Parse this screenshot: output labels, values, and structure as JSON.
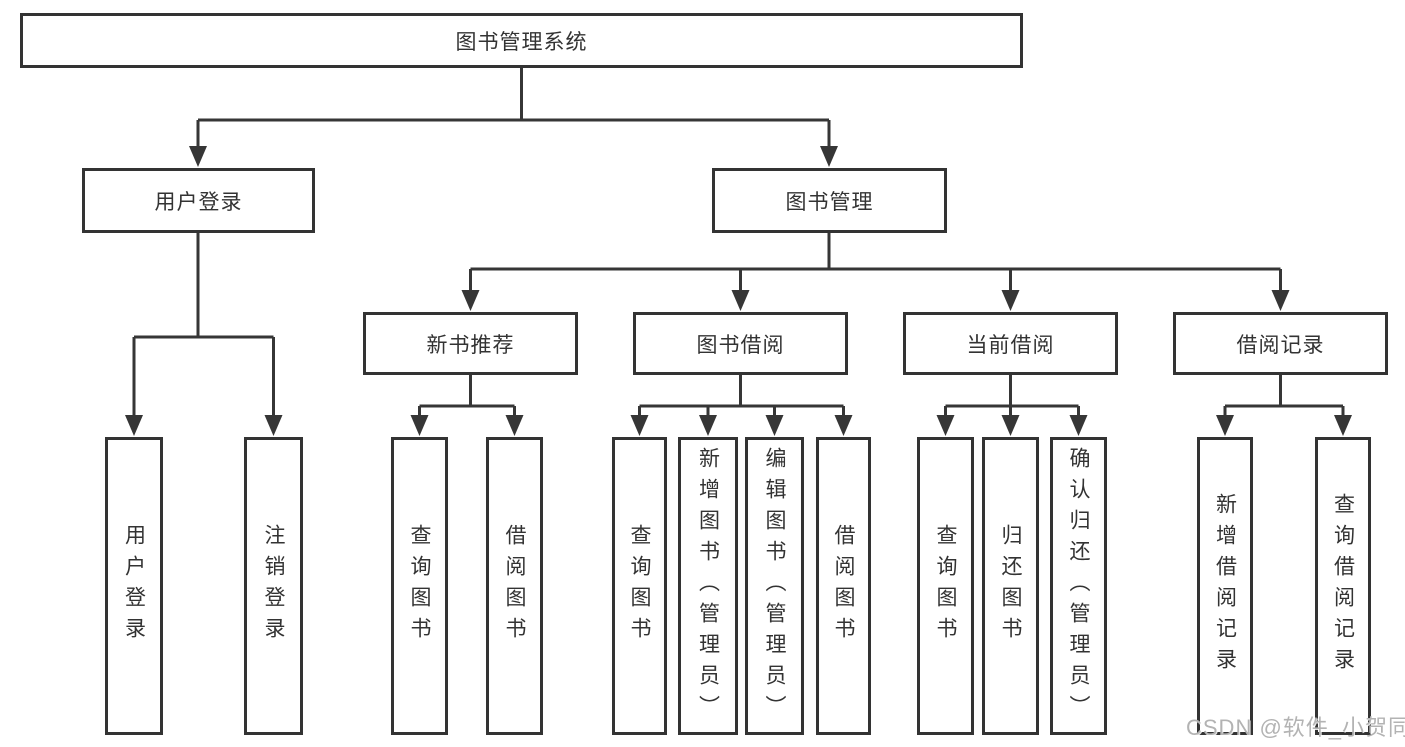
{
  "colors": {
    "line": "#363636",
    "border": "#333333",
    "text": "#333333",
    "watermark": "#b3b3b3",
    "background": "#ffffff"
  },
  "nodes": {
    "root": "图书管理系统",
    "userLogin": "用户登录",
    "bookMgmt": "图书管理",
    "userLeaves": [
      "用户登录",
      "注销登录"
    ],
    "groups": [
      {
        "label": "新书推荐",
        "children": [
          "查询图书",
          "借阅图书"
        ]
      },
      {
        "label": "图书借阅",
        "children": [
          "查询图书",
          "新增图书（管理员）",
          "编辑图书（管理员）",
          "借阅图书"
        ]
      },
      {
        "label": "当前借阅",
        "children": [
          "查询图书",
          "归还图书",
          "确认归还（管理员）"
        ]
      },
      {
        "label": "借阅记录",
        "children": [
          "新增借阅记录",
          "查询借阅记录"
        ]
      }
    ]
  },
  "watermark": "CSDN @软件_小贺同学"
}
